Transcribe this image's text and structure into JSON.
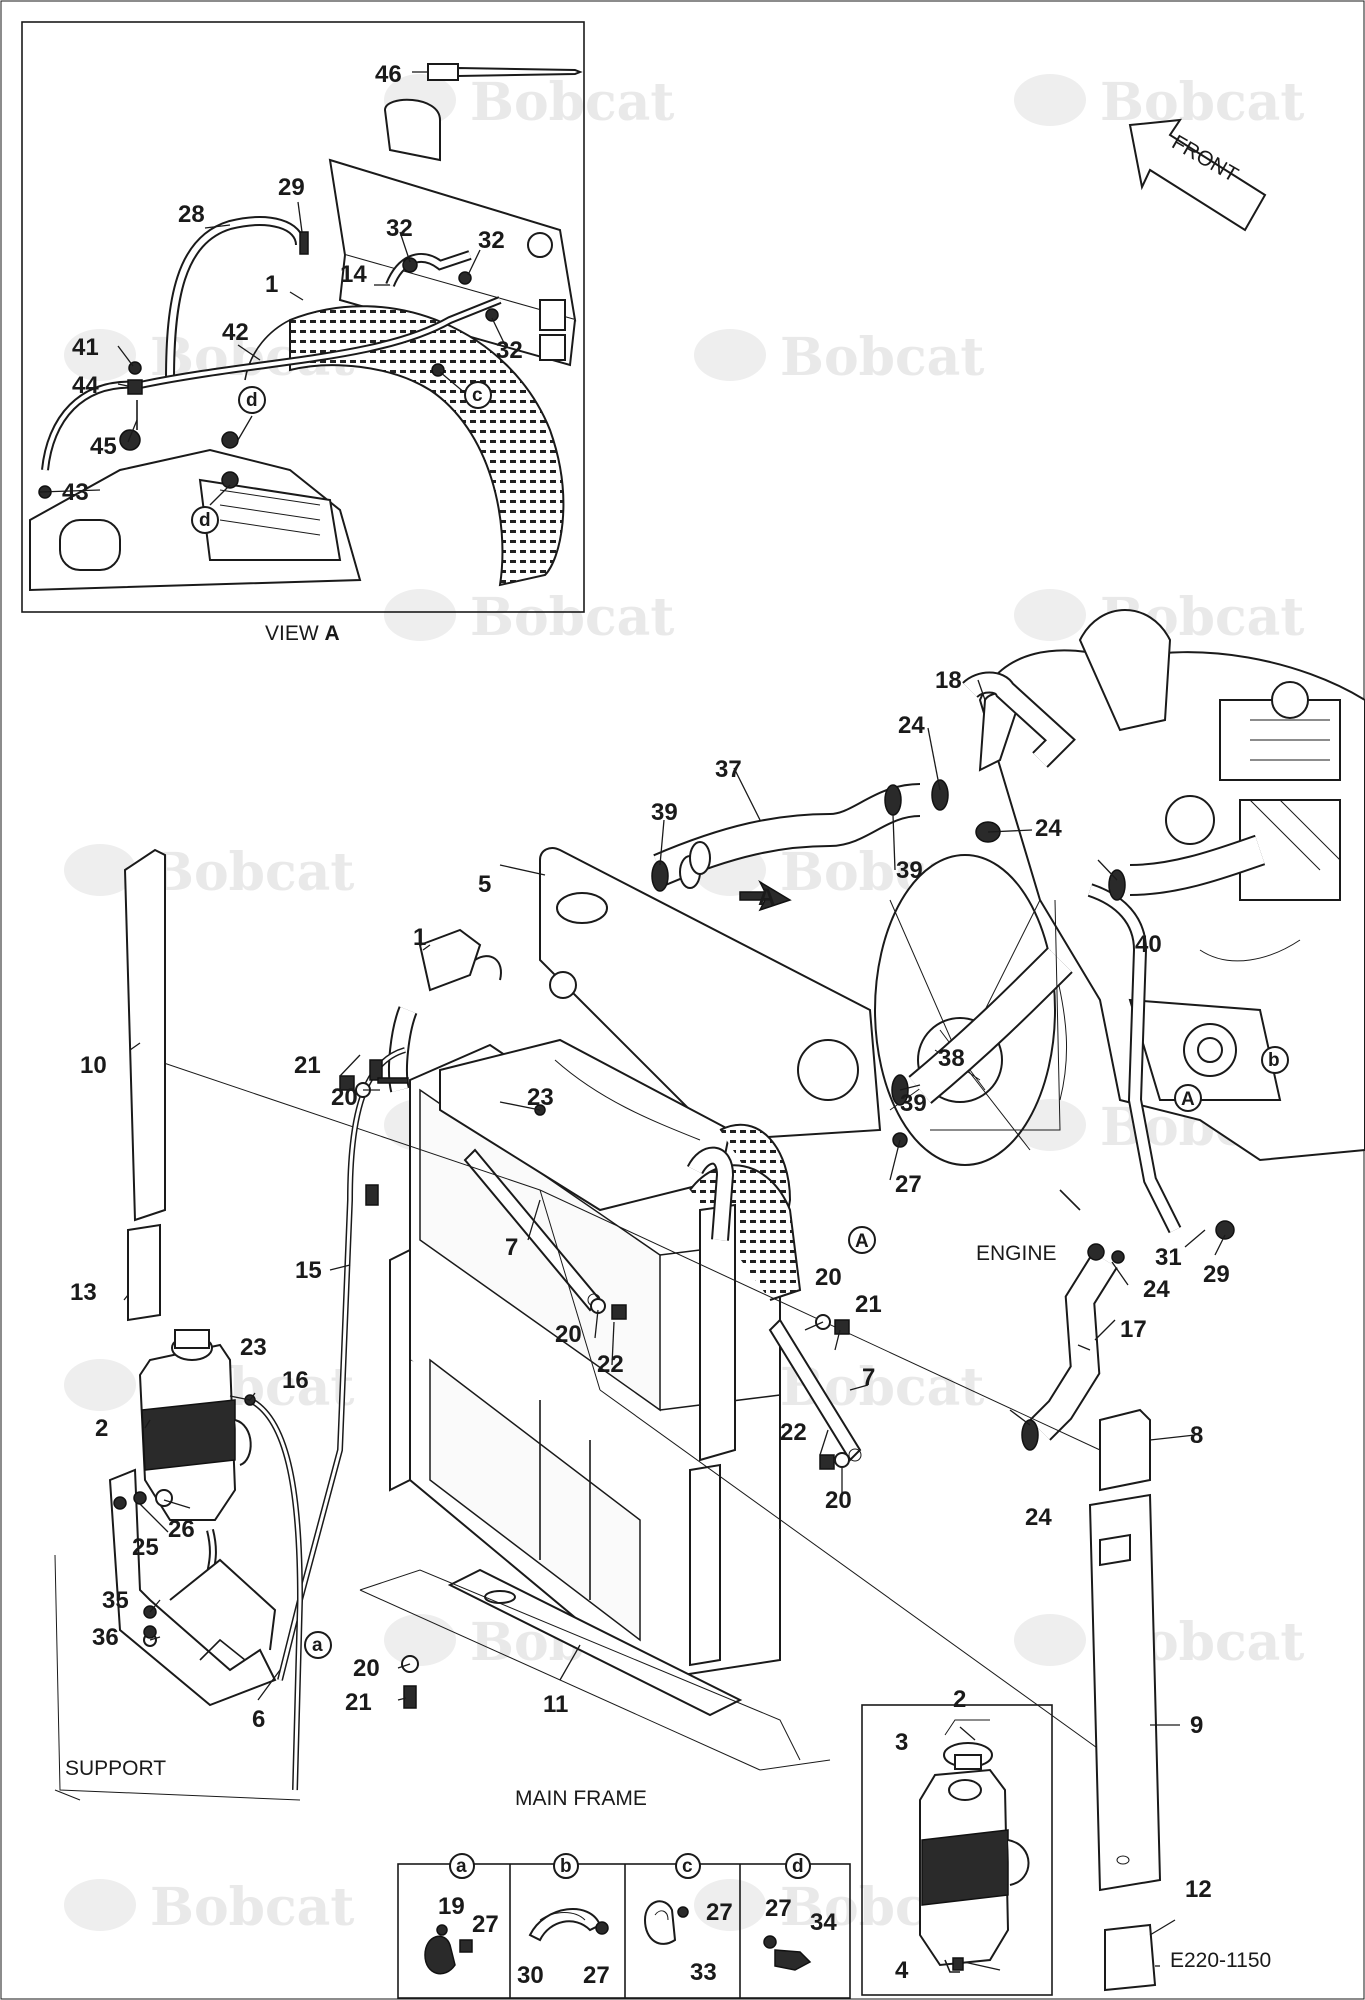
{
  "diagram": {
    "drawing_number": "E220-1150",
    "watermark": "Bobcat",
    "view_title": "VIEW",
    "view_letter": "A",
    "front_label": "FRONT",
    "captions": {
      "engine": "ENGINE",
      "main_frame": "MAIN FRAME",
      "support": "SUPPORT"
    },
    "view_a_callouts": {
      "c46": "46",
      "c29": "29",
      "c28": "28",
      "c32a": "32",
      "c32b": "32",
      "c32c": "32",
      "c1": "1",
      "c14": "14",
      "c41": "41",
      "c42": "42",
      "c44": "44",
      "c45": "45",
      "c43": "43",
      "cd1": "d",
      "cd2": "d",
      "cc": "c"
    },
    "main_callouts": {
      "c18": "18",
      "c24a": "24",
      "c24b": "24",
      "c24c": "24",
      "c24d": "24",
      "c37": "37",
      "c39a": "39",
      "c39b": "39",
      "c39c": "39",
      "c5": "5",
      "c1": "1",
      "c40": "40",
      "cA_arrow": "A",
      "c21a": "21",
      "c20a": "20",
      "c38": "38",
      "c10": "10",
      "c23a": "23",
      "c27a": "27",
      "c7a": "7",
      "c15": "15",
      "c13": "13",
      "c31": "31",
      "c29": "29",
      "c17": "17",
      "c20b": "20",
      "c21b": "21",
      "c22a": "22",
      "c20c": "20",
      "c23b": "23",
      "c16": "16",
      "c2a": "2",
      "c7b": "7",
      "c8": "8",
      "c26": "26",
      "c25": "25",
      "c22b": "22",
      "c20d": "20",
      "c35": "35",
      "c36": "36",
      "c20e": "20",
      "c21c": "21",
      "c11": "11",
      "c6": "6",
      "c9": "9",
      "c2b": "2",
      "c3": "3",
      "c4": "4",
      "c12": "12",
      "cb": "b",
      "cA1": "A",
      "cA2": "A",
      "ca": "a"
    },
    "detail_boxes": [
      {
        "letter": "a",
        "parts": [
          "19",
          "27"
        ]
      },
      {
        "letter": "b",
        "parts": [
          "30",
          "27"
        ]
      },
      {
        "letter": "c",
        "parts": [
          "27",
          "33"
        ]
      },
      {
        "letter": "d",
        "parts": [
          "27",
          "34"
        ]
      }
    ]
  }
}
